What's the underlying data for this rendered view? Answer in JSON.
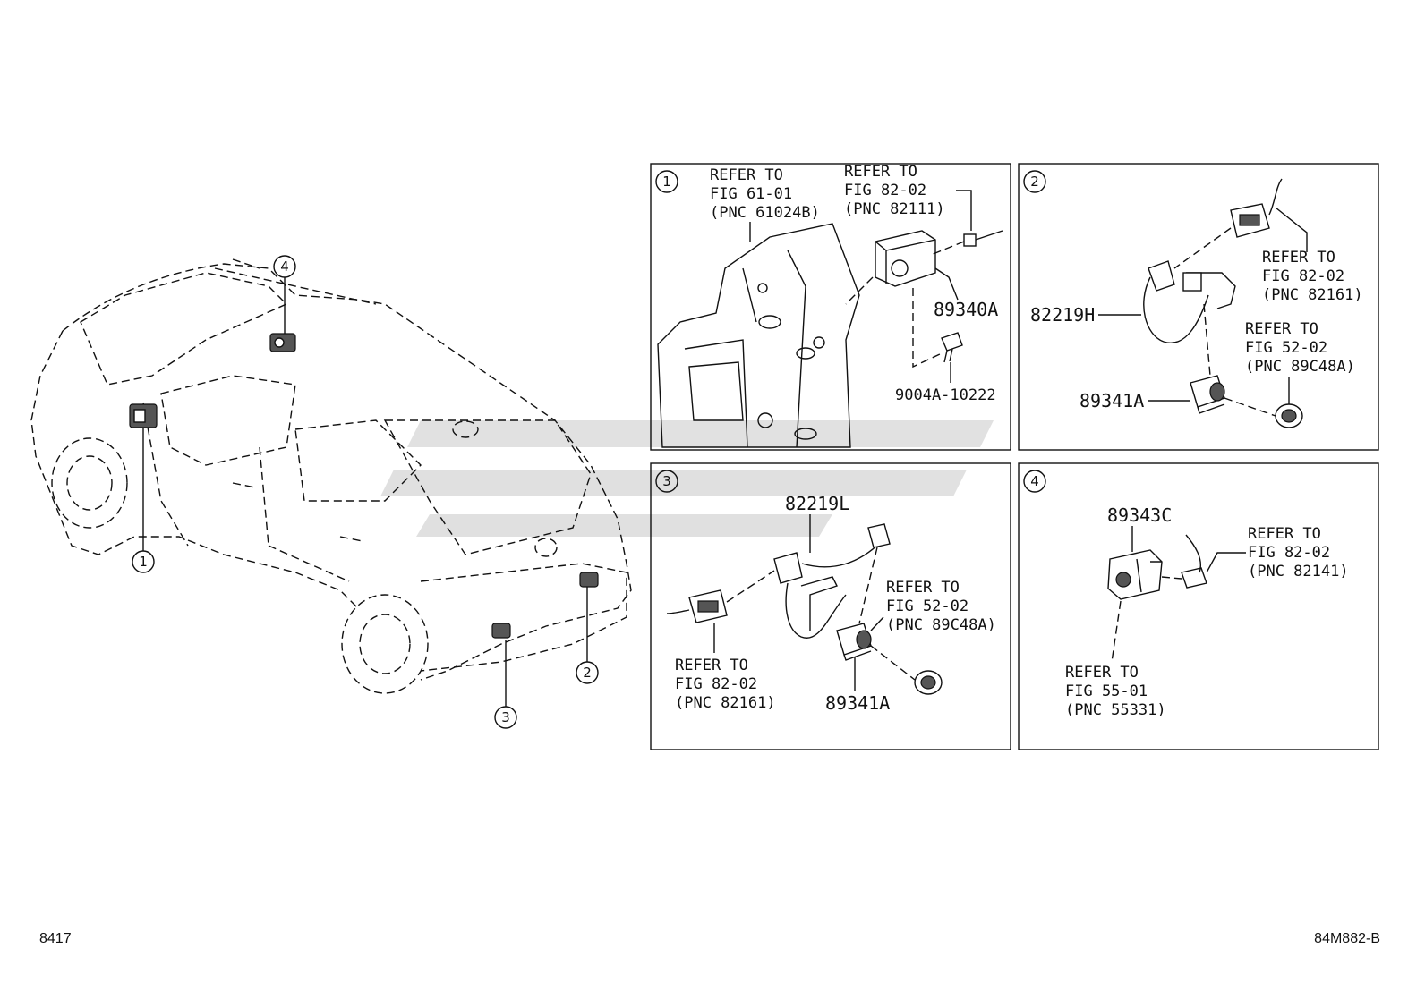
{
  "footer": {
    "left_code": "8417",
    "right_code": "84M882-B"
  },
  "overview": {
    "callouts": [
      "1",
      "2",
      "3",
      "4"
    ]
  },
  "panels": [
    {
      "number": "1",
      "refs": [
        {
          "lines": [
            "REFER TO",
            "FIG 61-01",
            "(PNC 61024B)"
          ]
        },
        {
          "lines": [
            "REFER TO",
            "FIG 82-02",
            "(PNC 82111)"
          ]
        }
      ],
      "parts": [
        "89340A",
        "9004A-10222"
      ]
    },
    {
      "number": "2",
      "refs": [
        {
          "lines": [
            "REFER TO",
            "FIG 82-02",
            "(PNC 82161)"
          ]
        },
        {
          "lines": [
            "REFER TO",
            "FIG 52-02",
            "(PNC 89C48A)"
          ]
        }
      ],
      "parts": [
        "82219H",
        "89341A"
      ]
    },
    {
      "number": "3",
      "refs": [
        {
          "lines": [
            "REFER TO",
            "FIG 52-02",
            "(PNC 89C48A)"
          ]
        },
        {
          "lines": [
            "REFER TO",
            "FIG 82-02",
            "(PNC 82161)"
          ]
        }
      ],
      "parts": [
        "82219L",
        "89341A"
      ]
    },
    {
      "number": "4",
      "refs": [
        {
          "lines": [
            "REFER TO",
            "FIG 82-02",
            "(PNC 82141)"
          ]
        },
        {
          "lines": [
            "REFER TO",
            "FIG 55-01",
            "(PNC 55331)"
          ]
        }
      ],
      "parts": [
        "89343C"
      ]
    }
  ]
}
